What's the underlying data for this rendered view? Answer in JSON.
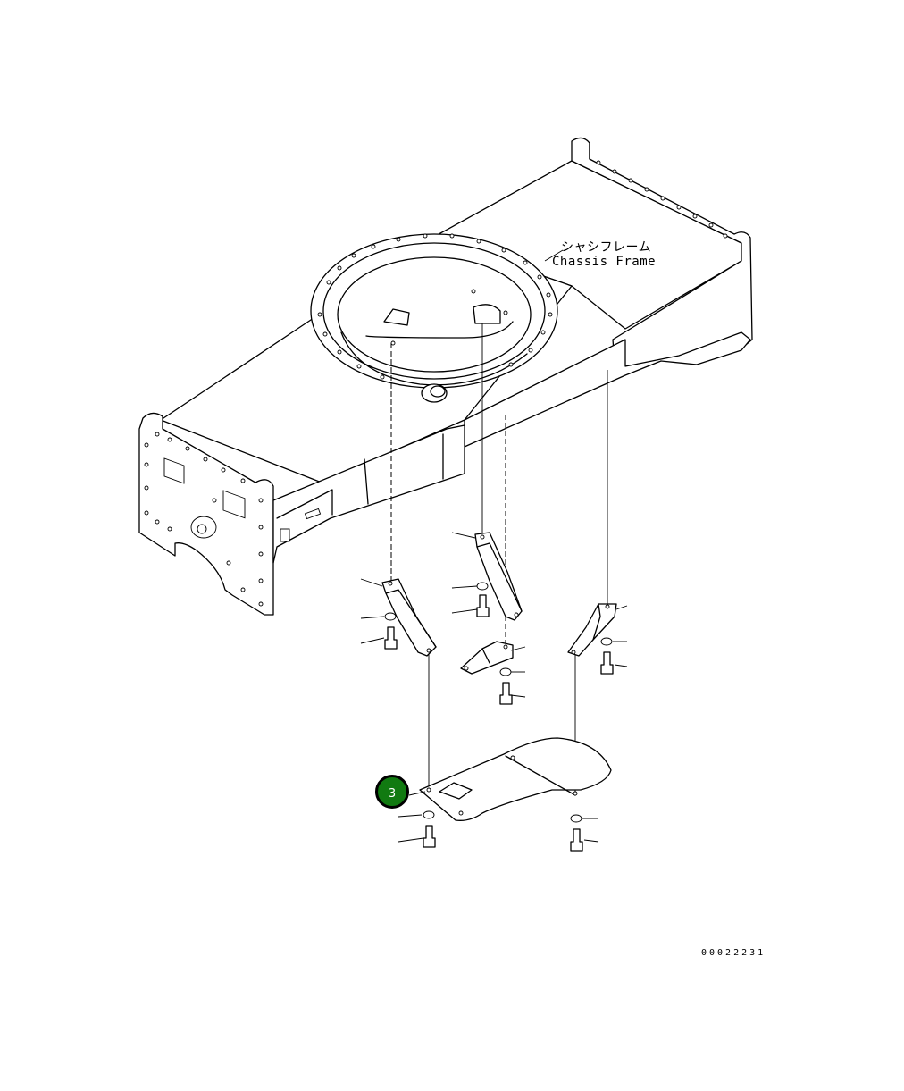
{
  "frame_label": {
    "japanese": "シャシフレーム",
    "english": "Chassis Frame"
  },
  "callout": {
    "number": "3",
    "color": "#117a11"
  },
  "drawing_number": "00022231"
}
